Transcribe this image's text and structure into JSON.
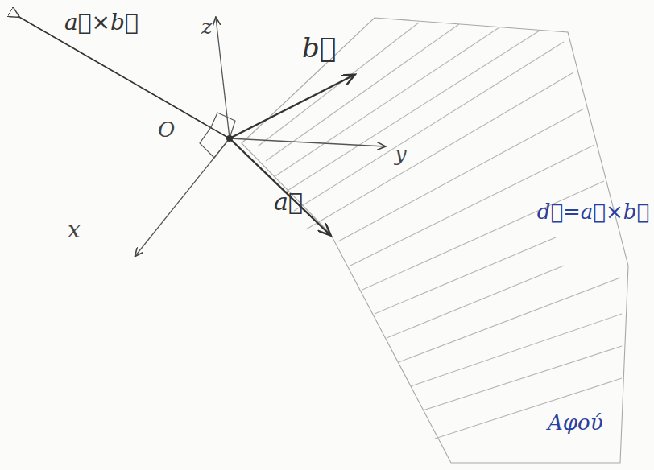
{
  "diagram": {
    "labels": [
      "z",
      "a⃗×b⃗",
      "b⃗",
      "O",
      "y",
      "a⃗",
      "x",
      "d⃗=a⃗×b⃗",
      "Αφού"
    ]
  }
}
